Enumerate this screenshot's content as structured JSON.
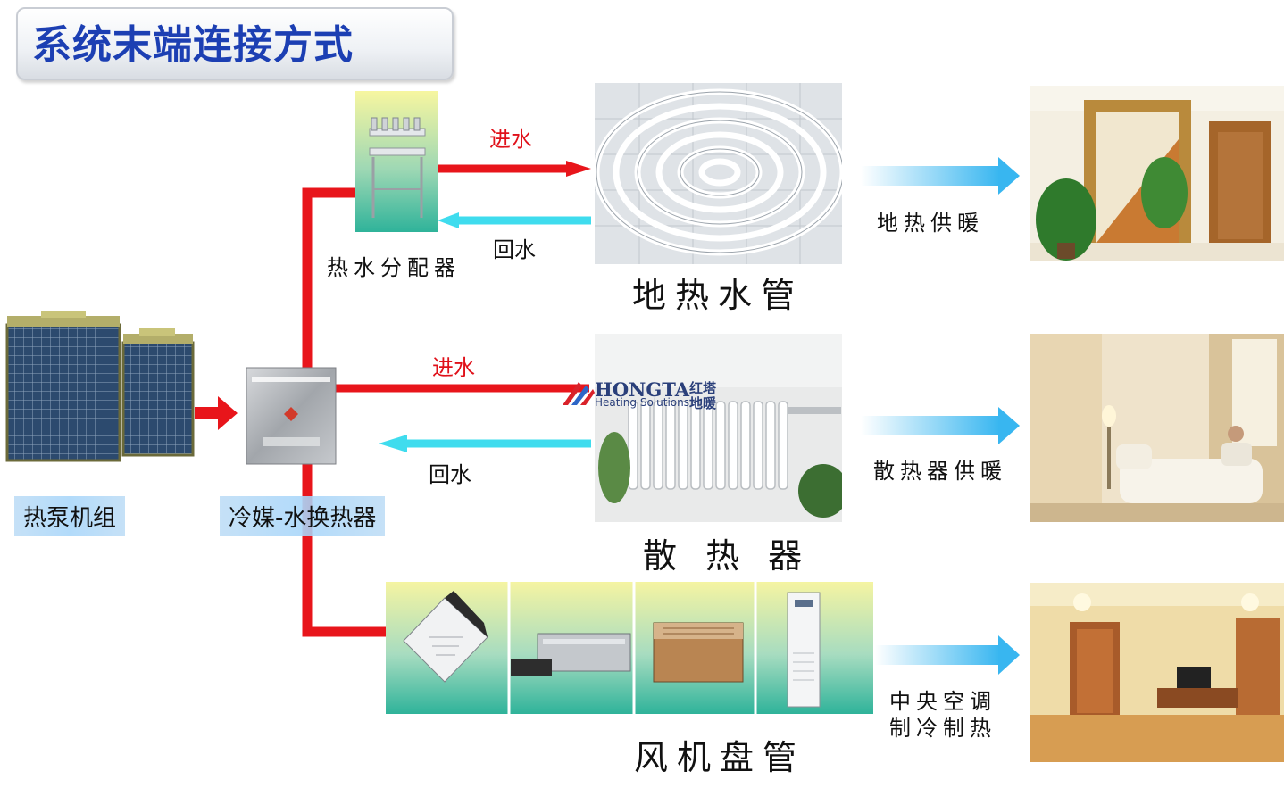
{
  "title": "系统末端连接方式",
  "components": {
    "heat_pump_label": "热泵机组",
    "exchanger_label": "冷媒-水换热器",
    "distributor_label": "热水分配器"
  },
  "branches": [
    {
      "terminal_label": "地热水管",
      "supply_label": "进水",
      "return_label": "回水",
      "result_label": "地热供暖"
    },
    {
      "terminal_label": "散 热 器",
      "supply_label": "进水",
      "return_label": "回水",
      "result_label": "散热器供暖"
    },
    {
      "terminal_label": "风机盘管",
      "result_line1": "中央空调",
      "result_line2": "制冷制热"
    }
  ],
  "watermark": {
    "brand": "HONGTA",
    "sub": "Heating Solutions",
    "cn1": "红塔",
    "cn2": "地暖"
  },
  "colors": {
    "supply_pipe": "#e8151b",
    "return_pipe": "#3fdcee",
    "result_arrow": "#38b6f0",
    "title": "#1c3fb3"
  }
}
